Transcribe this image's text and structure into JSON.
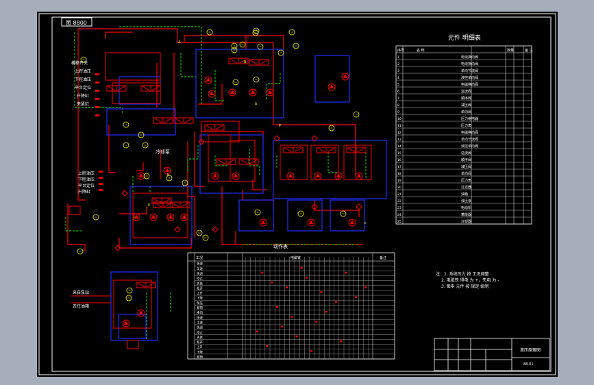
{
  "tag_label": "图 8800",
  "parts_table_title": "元件 明细表",
  "parts_header": [
    "序号",
    "名 称",
    "数量",
    "备 注"
  ],
  "parts_rows": [
    {
      "n": "1",
      "name": "电液换向阀"
    },
    {
      "n": "2",
      "name": "电液换向阀"
    },
    {
      "n": "3",
      "name": "单向节流阀"
    },
    {
      "n": "4",
      "name": "液控单向阀"
    },
    {
      "n": "5",
      "name": "电磁换向阀"
    },
    {
      "n": "6",
      "name": "溢流阀"
    },
    {
      "n": "7",
      "name": "顺序阀"
    },
    {
      "n": "8",
      "name": "减压阀"
    },
    {
      "n": "9",
      "name": "单向阀"
    },
    {
      "n": "10",
      "name": "压力继电器"
    },
    {
      "n": "11",
      "name": "压力表"
    },
    {
      "n": "12",
      "name": "电磁换向阀"
    },
    {
      "n": "13",
      "name": "单向节流阀"
    },
    {
      "n": "14",
      "name": "液控单向阀"
    },
    {
      "n": "15",
      "name": "溢流阀"
    },
    {
      "n": "16",
      "name": "顺序阀"
    },
    {
      "n": "17",
      "name": "减压阀"
    },
    {
      "n": "18",
      "name": "单向阀"
    },
    {
      "n": "19",
      "name": "压力表"
    },
    {
      "n": "20",
      "name": "过滤器"
    },
    {
      "n": "21",
      "name": "油箱"
    },
    {
      "n": "22",
      "name": "液压泵"
    },
    {
      "n": "23",
      "name": "电动机"
    },
    {
      "n": "24",
      "name": "蓄能器"
    },
    {
      "n": "25",
      "name": "冷却器"
    }
  ],
  "schedule_title": "动作表",
  "schedule_header": [
    "工况",
    "电磁铁",
    "备注"
  ],
  "schedule_rows": [
    "快进",
    "工进",
    "快退",
    "停止",
    "夹紧",
    "松开",
    "上升",
    "下降",
    "保压",
    "卸荷",
    "换向",
    "快进",
    "工进",
    "快退",
    "停止",
    "夹紧",
    "松开",
    "上升",
    "下降",
    "卸荷"
  ],
  "left_labels": [
    "横移开关",
    "上腔油压",
    "下腔油压",
    "平台定位",
    "升降缸",
    "夹紧缸"
  ],
  "left_labels2": [
    "上腔油压",
    "下腔油压",
    "平台定位",
    "升降缸"
  ],
  "mid_label": "冷却泵",
  "bottom_labels": [
    "来自泵站",
    "去往油箱"
  ],
  "notes": [
    "注：1. 系统压力 按 工况调整",
    "2. 电磁铁 得电 为 +，失电 为 -",
    "3. 图中 元件 按 规定 绘制"
  ],
  "title_block": {
    "drawing_title": "液压原理图",
    "sheet_no": "88-01"
  },
  "colors": {
    "frame": "#ffffff",
    "line": "#ff0000",
    "box": "#2030ff",
    "dash": "#00ff00",
    "yellow": "#ffff00"
  }
}
